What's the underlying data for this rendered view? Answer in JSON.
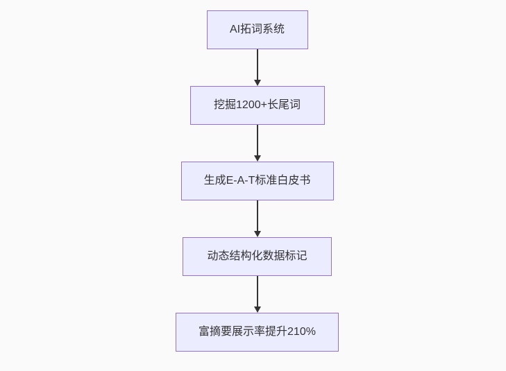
{
  "flowchart": {
    "direction": "top-down",
    "nodes": [
      {
        "label": "AI拓词系统"
      },
      {
        "label": "挖掘1200+长尾词"
      },
      {
        "label": "生成E-A-T标准白皮书"
      },
      {
        "label": "动态结构化数据标记"
      },
      {
        "label": "富摘要展示率提升210%"
      }
    ],
    "colors": {
      "node_fill": "#ECECFF",
      "node_border": "#9370DB",
      "text": "#333333",
      "arrow": "#333333",
      "background": "#fafafa"
    }
  }
}
